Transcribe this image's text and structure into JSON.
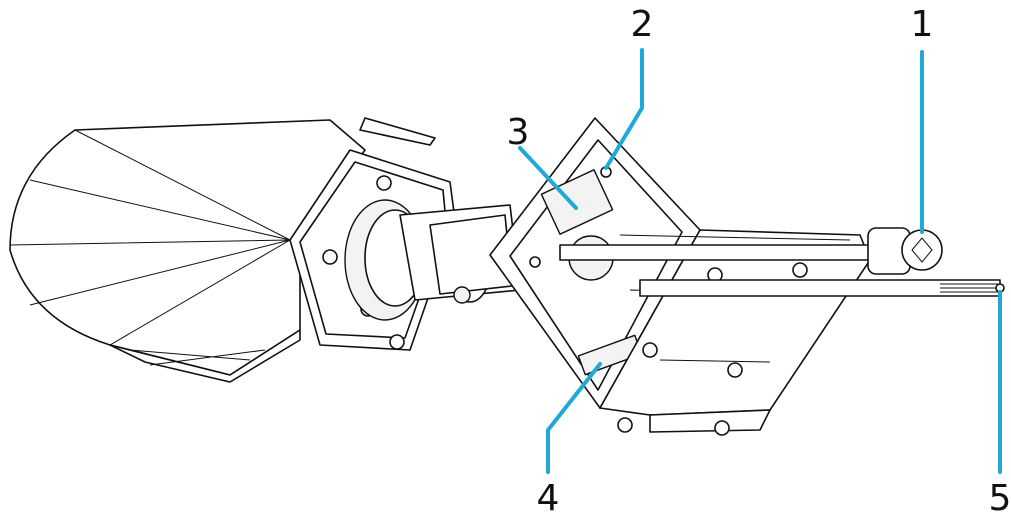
{
  "callouts": [
    {
      "id": "1",
      "label": "1"
    },
    {
      "id": "2",
      "label": "2"
    },
    {
      "id": "3",
      "label": "3"
    },
    {
      "id": "4",
      "label": "4"
    },
    {
      "id": "5",
      "label": "5"
    }
  ],
  "colors": {
    "leader": "#1fa9d6",
    "line": "#111111",
    "background": "#ffffff"
  }
}
